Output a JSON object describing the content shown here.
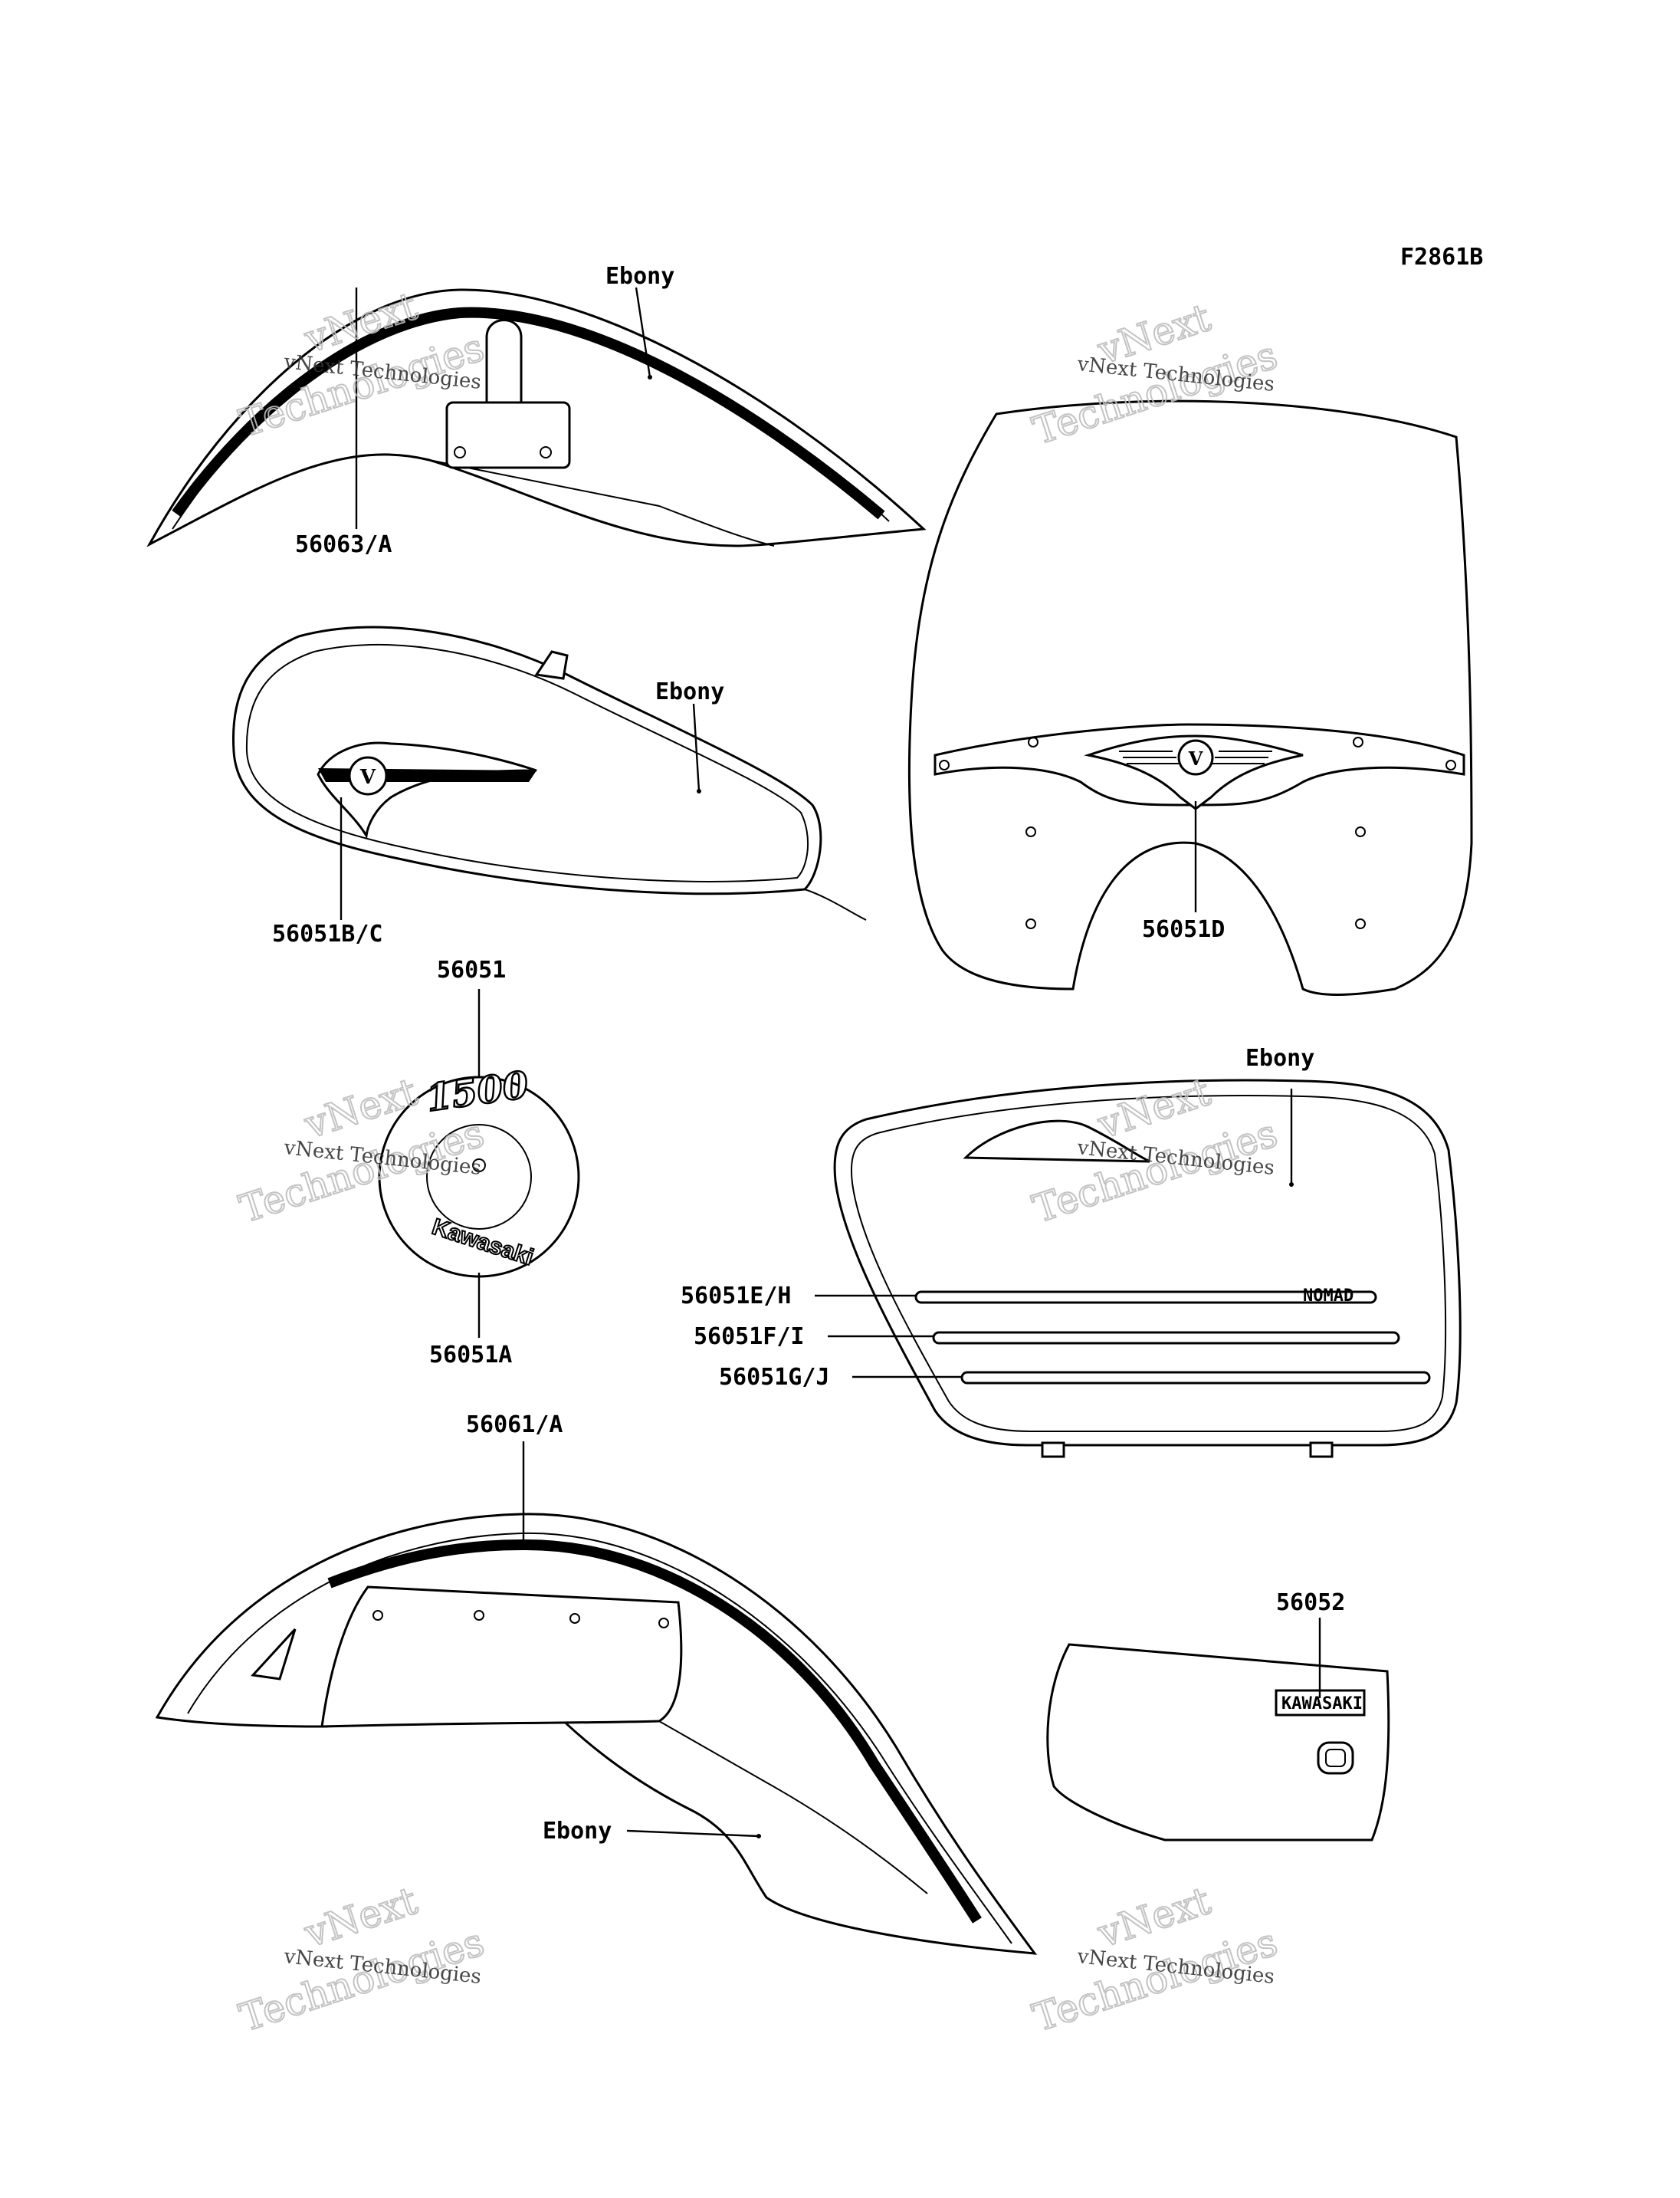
{
  "figure_code": "F2861B",
  "watermark": {
    "line1": "vNext Technologies",
    "line2": "vNext",
    "line3": "Technologies"
  },
  "callouts": {
    "front_fender_color": "Ebony",
    "front_fender_part": "56063/A",
    "tank_color": "Ebony",
    "tank_part": "56051B/C",
    "windshield_part": "56051D",
    "emblem_top_part": "56051",
    "emblem_bottom_part": "56051A",
    "saddlebag_color": "Ebony",
    "saddlebag_stripe_1": "56051E/H",
    "saddlebag_stripe_2": "56051F/I",
    "saddlebag_stripe_3": "56051G/J",
    "rear_fender_part": "56061/A",
    "rear_fender_color": "Ebony",
    "side_cover_part": "56052"
  },
  "decal_text": {
    "emblem_number": "1500",
    "emblem_brand": "Kawasaki",
    "tank_logo": "V",
    "windshield_logo": "V",
    "stripe_text": "NOMAD",
    "side_cover_badge": "KAWASAKI"
  }
}
